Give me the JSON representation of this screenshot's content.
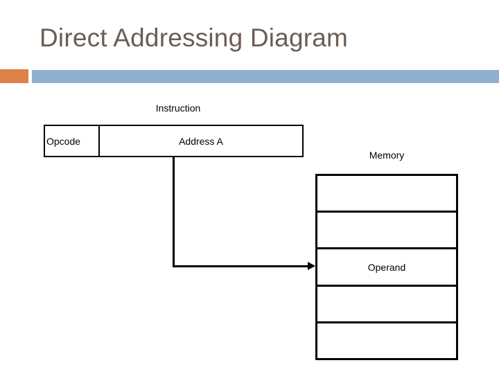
{
  "slide": {
    "title": "Direct Addressing Diagram",
    "title_color": "#6b5d54",
    "accent_color": "#dd8247",
    "bar_color": "#90b0cf",
    "background": "#ffffff"
  },
  "diagram": {
    "instruction": {
      "caption": "Instruction",
      "fields": [
        {
          "label": "Opcode",
          "align": "left"
        },
        {
          "label": "Address A",
          "align": "center"
        }
      ]
    },
    "connector": {
      "from": "Address A",
      "to": "Memory operand cell",
      "arrow_direction": "right",
      "line_color": "#000000"
    },
    "memory": {
      "caption": "Memory",
      "cells": [
        {
          "label": ""
        },
        {
          "label": ""
        },
        {
          "label": "Operand"
        },
        {
          "label": ""
        },
        {
          "label": ""
        }
      ]
    }
  }
}
